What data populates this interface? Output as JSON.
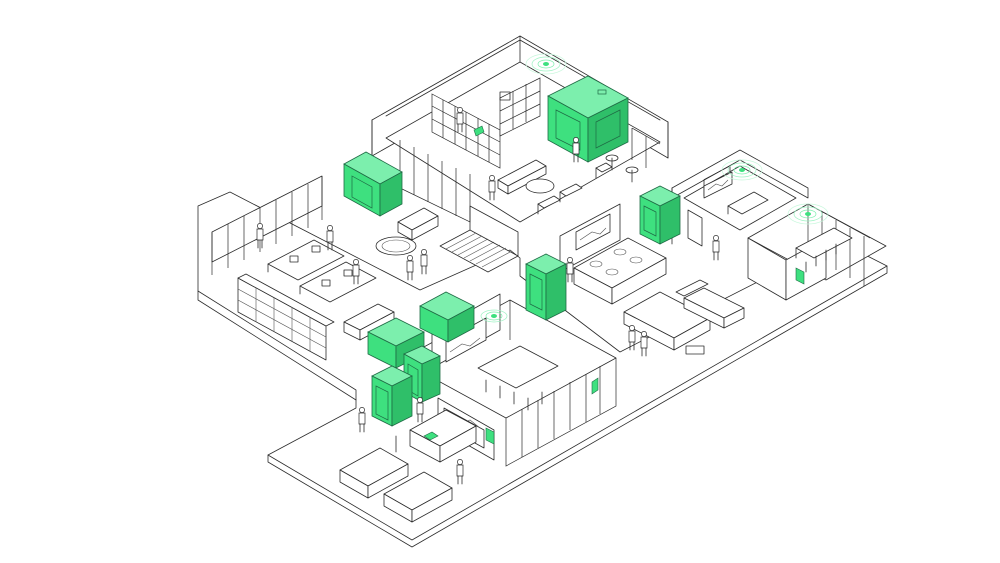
{
  "colors": {
    "accent": "#3ee07f",
    "accent_dark": "#2fbf69",
    "accent_light": "#7cefad",
    "line": "#2b2b2b",
    "background": "#ffffff"
  },
  "illustration": {
    "style": "isometric line drawing",
    "pods": [
      {
        "id": "pod-top-large"
      },
      {
        "id": "pod-upper-left"
      },
      {
        "id": "pod-right-1"
      },
      {
        "id": "pod-right-2"
      },
      {
        "id": "pod-lounge-1"
      },
      {
        "id": "pod-lounge-2"
      },
      {
        "id": "pod-bottom-1"
      },
      {
        "id": "pod-bottom-2"
      }
    ],
    "sensors": [
      {
        "id": "sensor-top"
      },
      {
        "id": "sensor-right-room"
      },
      {
        "id": "sensor-far-right"
      },
      {
        "id": "sensor-meeting"
      }
    ],
    "people": [
      {
        "id": "person-1"
      },
      {
        "id": "person-2"
      },
      {
        "id": "person-3"
      },
      {
        "id": "person-4"
      },
      {
        "id": "person-5"
      },
      {
        "id": "person-6"
      },
      {
        "id": "person-7"
      },
      {
        "id": "person-8"
      },
      {
        "id": "person-9"
      },
      {
        "id": "person-10"
      },
      {
        "id": "person-11"
      },
      {
        "id": "person-12"
      },
      {
        "id": "person-13"
      },
      {
        "id": "person-14"
      },
      {
        "id": "person-15"
      }
    ]
  }
}
